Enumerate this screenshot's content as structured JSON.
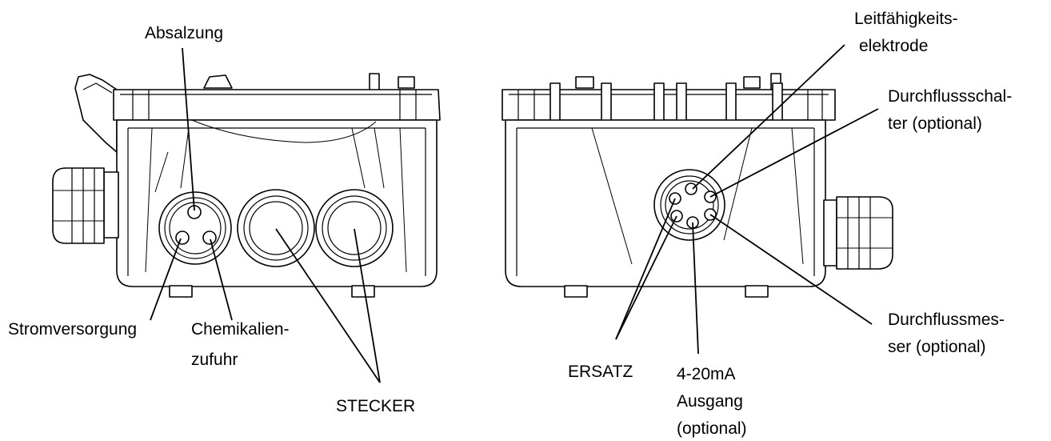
{
  "labels": {
    "absalzung": "Absalzung",
    "stromversorgung": "Stromversorgung",
    "chemikalien_1": "Chemikalien-",
    "chemikalien_2": "zufuhr",
    "stecker": "STECKER",
    "leitfaehigkeit_1": "Leitfähigkeits-",
    "leitfaehigkeit_2": "elektrode",
    "durchflussschalter_1": "Durchflussschal-",
    "durchflussschalter_2": "ter (optional)",
    "durchflussmesser_1": "Durchflussmes-",
    "durchflussmesser_2": "ser (optional)",
    "ersatz": "ERSATZ",
    "ausgang_1": "4-20mA",
    "ausgang_2": "Ausgang",
    "ausgang_3": "(optional)"
  },
  "colors": {
    "line": "#000000",
    "background": "#ffffff"
  }
}
